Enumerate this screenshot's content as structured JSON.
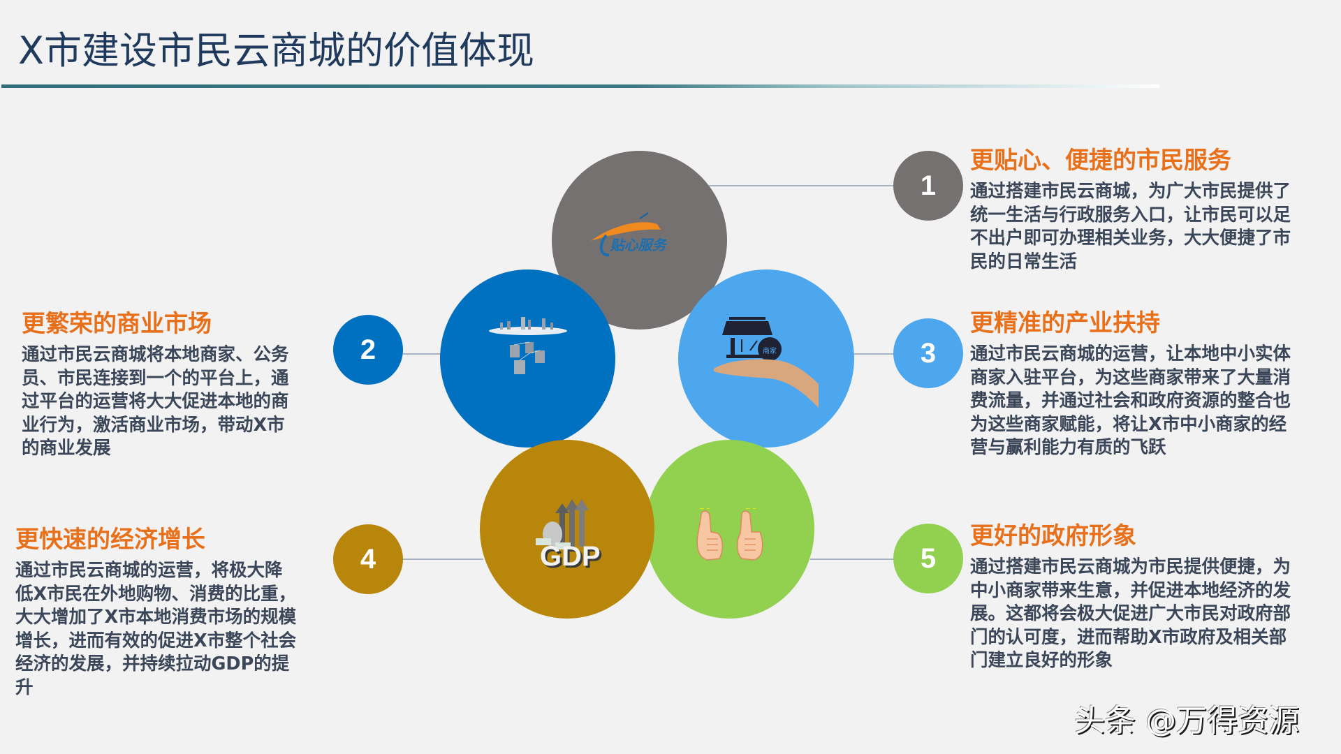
{
  "slide": {
    "title": "X市建设市民云商城的价值体现",
    "accent_colors": {
      "title": "#1f3a5c",
      "rule": "#2f6f7b",
      "heading": "#e8701a",
      "body": "#3b4658"
    }
  },
  "center_circles": [
    {
      "id": 1,
      "color": "#767171",
      "icon": "service-logo-icon",
      "logo_text": "贴心服务"
    },
    {
      "id": 2,
      "color": "#0070c0",
      "icon": "city-network-icon"
    },
    {
      "id": 3,
      "color": "#4da7ef",
      "icon": "shop-in-hand-icon",
      "shop_label": "商家"
    },
    {
      "id": 4,
      "color": "#b8860b",
      "icon": "gdp-growth-icon",
      "gdp_text": "GDP"
    },
    {
      "id": 5,
      "color": "#92d050",
      "icon": "thumbs-up-icon"
    }
  ],
  "values": [
    {
      "number": "1",
      "color": "#767171",
      "heading": "更贴心、便捷的市民服务",
      "lines": [
        "通过搭建市民云商城，为广大市民提供了",
        "统一生活与行政服务入口，让市民可以足",
        "不出户即可办理相关业务，大大便捷了市",
        "民的日常生活"
      ]
    },
    {
      "number": "2",
      "color": "#0070c0",
      "heading": "更繁荣的商业市场",
      "lines": [
        "通过市民云商城将本地商家、公务",
        "员、市民连接到一个的平台上，通",
        "过平台的运营将大大促进本地的商",
        "业行为，激活商业市场，带动X市",
        "的商业发展"
      ]
    },
    {
      "number": "3",
      "color": "#4da7ef",
      "heading": "更精准的产业扶持",
      "lines": [
        "通过市民云商城的运营，让本地中小实体",
        "商家入驻平台，为这些商家带来了大量消",
        "费流量，并通过社会和政府资源的整合也",
        "为这些商家赋能，将让X市中小商家的经",
        "营与赢利能力有质的飞跃"
      ]
    },
    {
      "number": "4",
      "color": "#b8860b",
      "heading": "更快速的经济增长",
      "lines": [
        "通过市民云商城的运营，将极大降",
        "低X市民在外地购物、消费的比重，",
        "大大增加了X市本地消费市场的规模",
        "增长，进而有效的促进X市整个社会",
        "经济的发展，并持续拉动GDP的提",
        "升"
      ]
    },
    {
      "number": "5",
      "color": "#92d050",
      "heading": "更好的政府形象",
      "lines": [
        "通过搭建市民云商城为市民提供便捷，为",
        "中小商家带来生意，并促进本地经济的发",
        "展。这都将会极大促进广大市民对政府部",
        "门的认可度，进而帮助X市政府及相关部",
        "门建立良好的形象"
      ]
    }
  ],
  "watermark": "头条 @万得资源"
}
